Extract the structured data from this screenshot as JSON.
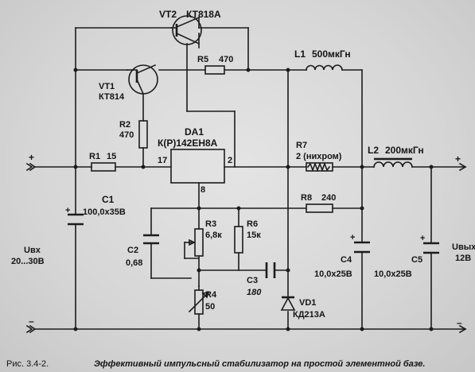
{
  "caption": {
    "number": "Рис. 3.4-2.",
    "text": "Эффективный импульсный стабилизатор на простой элементной базе."
  },
  "components": {
    "vt2": {
      "ref": "VT2",
      "type": "КТ818А"
    },
    "vt1": {
      "ref": "VT1",
      "type": "КТ814"
    },
    "r5": {
      "ref": "R5",
      "value": "470"
    },
    "l1": {
      "ref": "L1",
      "value": "500мкГн"
    },
    "r2": {
      "ref": "R2",
      "value": "470"
    },
    "da1": {
      "ref": "DA1",
      "type": "К(Р)142ЕН8А",
      "pin_in": "17",
      "pin_out": "2",
      "pin_gnd": "8"
    },
    "r1": {
      "ref": "R1",
      "value": "15"
    },
    "r7": {
      "ref": "R7",
      "value": "2 (нихром)"
    },
    "l2": {
      "ref": "L2",
      "value": "200мкГн"
    },
    "c1": {
      "ref": "C1",
      "value": "100,0x35В"
    },
    "r8": {
      "ref": "R8",
      "value": "240"
    },
    "r3": {
      "ref": "R3",
      "value": "6,8к"
    },
    "r6": {
      "ref": "R6",
      "value": "15к"
    },
    "c2": {
      "ref": "C2",
      "value": "0,68"
    },
    "c4": {
      "ref": "C4",
      "value": "10,0x25В"
    },
    "c5": {
      "ref": "C5",
      "value": "10,0x25В"
    },
    "c3": {
      "ref": "C3",
      "value": "180"
    },
    "r4": {
      "ref": "R4",
      "value": "50"
    },
    "vd1": {
      "ref": "VD1",
      "type": "КД213А"
    }
  },
  "terminals": {
    "uin_label": "Uвх",
    "uin_value": "20...30В",
    "uout_label": "Uвых",
    "uout_value": "12В",
    "plus": "+",
    "minus": "–"
  },
  "pol": "+"
}
